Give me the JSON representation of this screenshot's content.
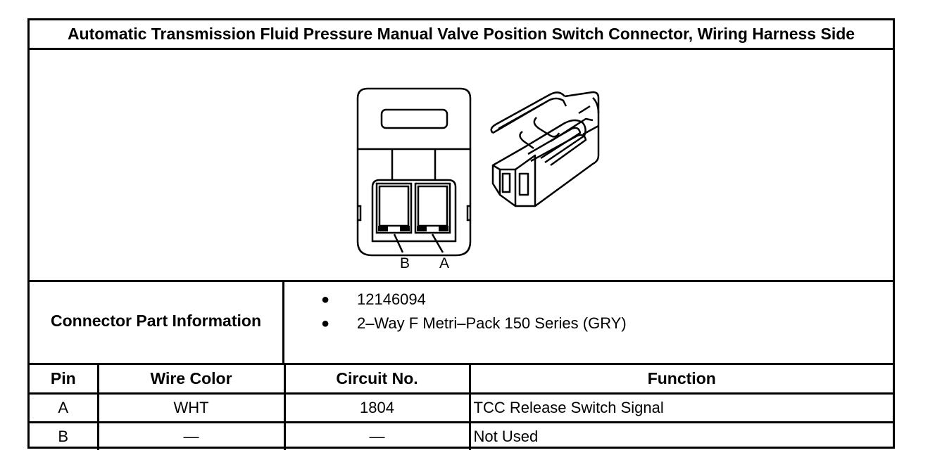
{
  "title": "Automatic Transmission Fluid Pressure Manual Valve Position Switch Connector, Wiring Harness Side",
  "figure": {
    "pin_labels": [
      "B",
      "A"
    ]
  },
  "connector_info": {
    "label": "Connector Part Information",
    "items": [
      "12146094",
      "2–Way F Metri–Pack 150 Series (GRY)"
    ]
  },
  "pin_table": {
    "headers": [
      "Pin",
      "Wire Color",
      "Circuit No.",
      "Function"
    ],
    "rows": [
      [
        "A",
        "WHT",
        "1804",
        "TCC Release Switch Signal"
      ],
      [
        "B",
        "—",
        "—",
        "Not Used"
      ]
    ]
  }
}
